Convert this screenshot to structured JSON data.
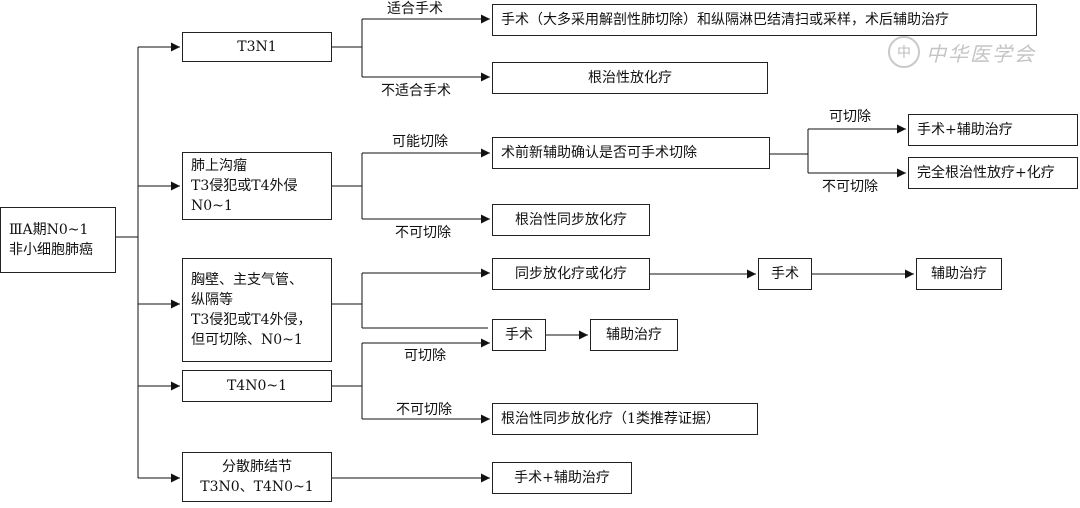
{
  "root": {
    "lines": [
      "ⅢA期N0~1",
      "非小细胞肺癌"
    ]
  },
  "boxes": {
    "t3n1": "T3N1",
    "t3n1_surgery": "手术（大多采用解剖性肺切除）和纵隔淋巴结清扫或采样，术后辅助治疗",
    "t3n1_radical": "根治性放化疗",
    "pancoast": [
      "肺上沟瘤",
      "T3侵犯或T4外侵",
      "N0~1"
    ],
    "neoadjuvant": "术前新辅助确认是否可手术切除",
    "surgery_adjuvant_1": "手术+辅助治疗",
    "complete_radical": "完全根治性放疗+化疗",
    "pancoast_chemorad": "根治性同步放化疗",
    "chest_wall": [
      "胸壁、主支气管、",
      "纵隔等",
      "T3侵犯或T4外侵，",
      "但可切除、N0~1"
    ],
    "concurrent": "同步放化疗或化疗",
    "surgery_a": "手术",
    "adjuvant_a": "辅助治疗",
    "surgery_b": "手术",
    "adjuvant_b": "辅助治疗",
    "t4n0": "T4N0~1",
    "t4n0_chemorad": "根治性同步放化疗（1类推荐证据）",
    "scattered": [
      "分散肺结节",
      "T3N0、T4N0~1"
    ],
    "scattered_surgery": "手术+辅助治疗"
  },
  "labels": {
    "suitable": "适合手术",
    "not_suitable": "不适合手术",
    "possible_resect": "可能切除",
    "not_resectable_1": "不可切除",
    "resectable_1": "可切除",
    "not_resectable_2": "不可切除",
    "resectable_2": "可切除",
    "not_resectable_3": "不可切除"
  },
  "watermark": {
    "seal": "中",
    "text": "中华医学会"
  }
}
